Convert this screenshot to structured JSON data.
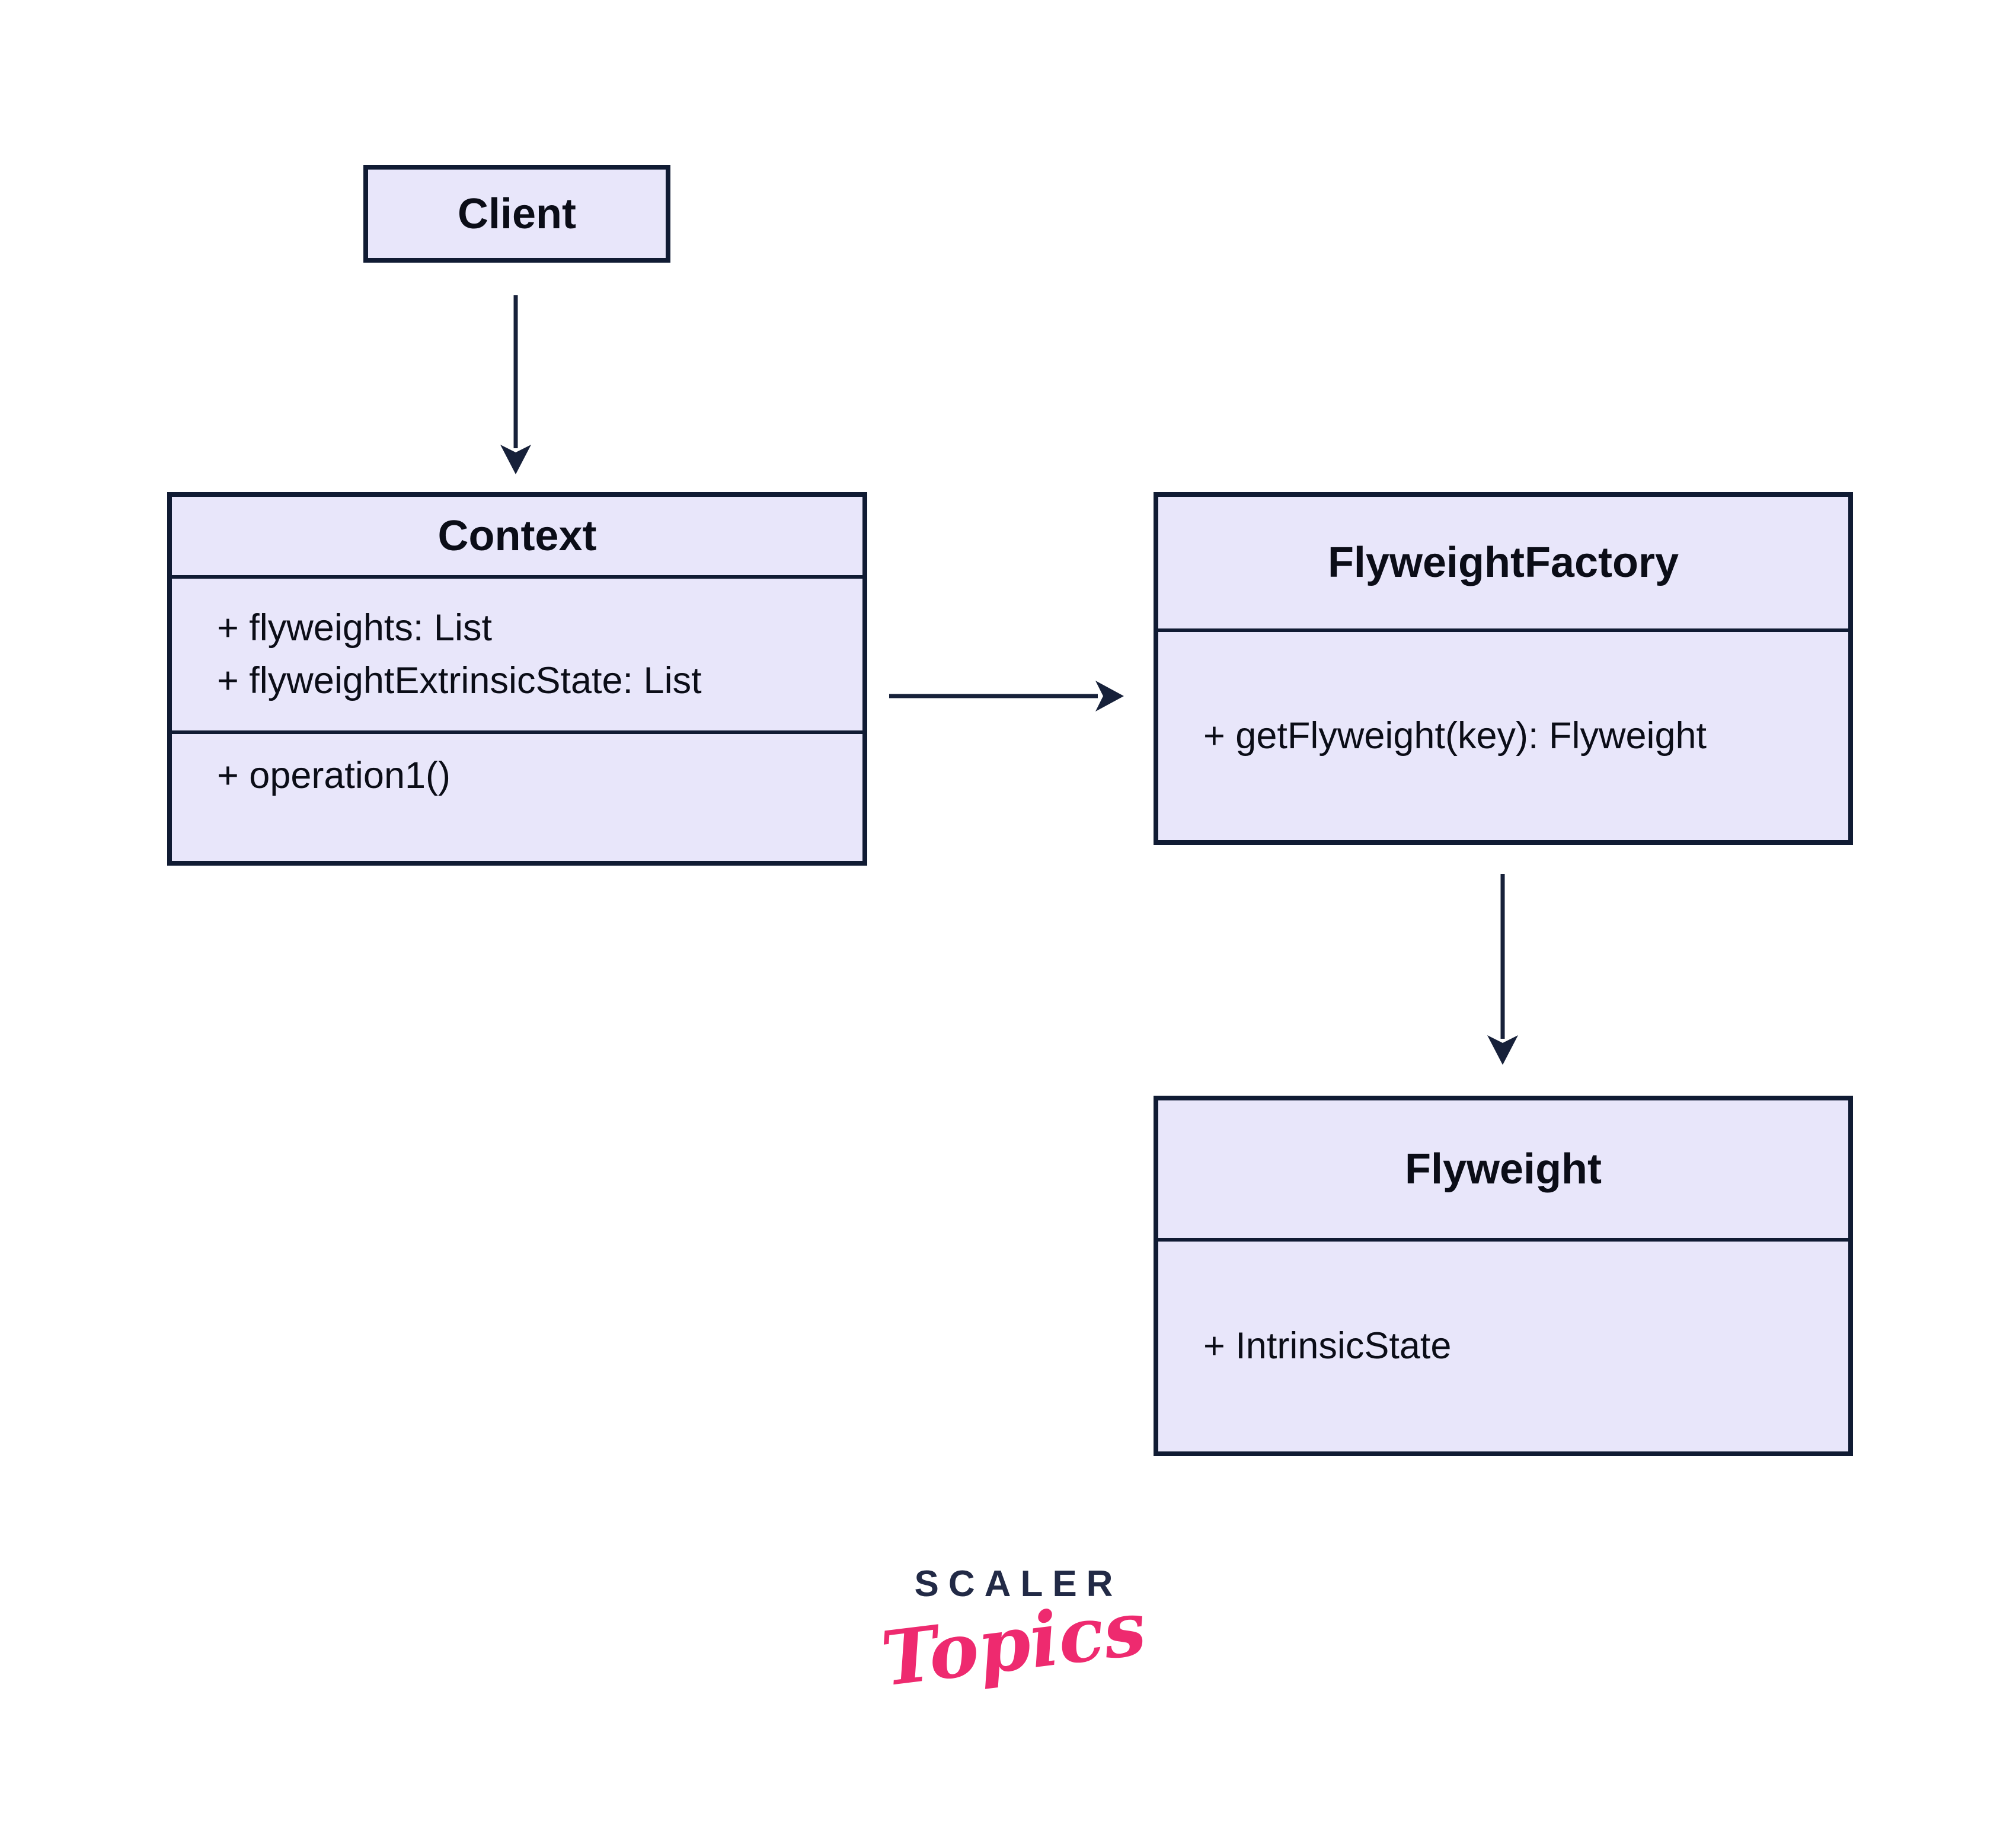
{
  "colors": {
    "box_fill": "#e8e6fa",
    "box_border": "#101b33",
    "arrow": "#17213a",
    "text": "#0b0d17",
    "logo_navy": "#222a46",
    "logo_pink": "#ee2a6f",
    "bg": "#ffffff"
  },
  "classes": [
    {
      "name": "Client",
      "attributes": [],
      "methods": []
    },
    {
      "name": "Context",
      "attributes": [
        "+ flyweights: List",
        "+ flyweightExtrinsicState: List"
      ],
      "methods": [
        "+ operation1()"
      ]
    },
    {
      "name": "FlyweightFactory",
      "attributes": [],
      "methods": [
        "+ getFlyweight(key): Flyweight"
      ]
    },
    {
      "name": "Flyweight",
      "attributes": [
        "+ IntrinsicState"
      ],
      "methods": []
    }
  ],
  "relations": [
    {
      "from": "Client",
      "to": "Context",
      "type": "directed-arrow",
      "direction": "down"
    },
    {
      "from": "Context",
      "to": "FlyweightFactory",
      "type": "directed-arrow",
      "direction": "right"
    },
    {
      "from": "FlyweightFactory",
      "to": "Flyweight",
      "type": "directed-arrow",
      "direction": "down"
    }
  ],
  "logo": {
    "brand": "SCALER",
    "product": "Topics"
  }
}
